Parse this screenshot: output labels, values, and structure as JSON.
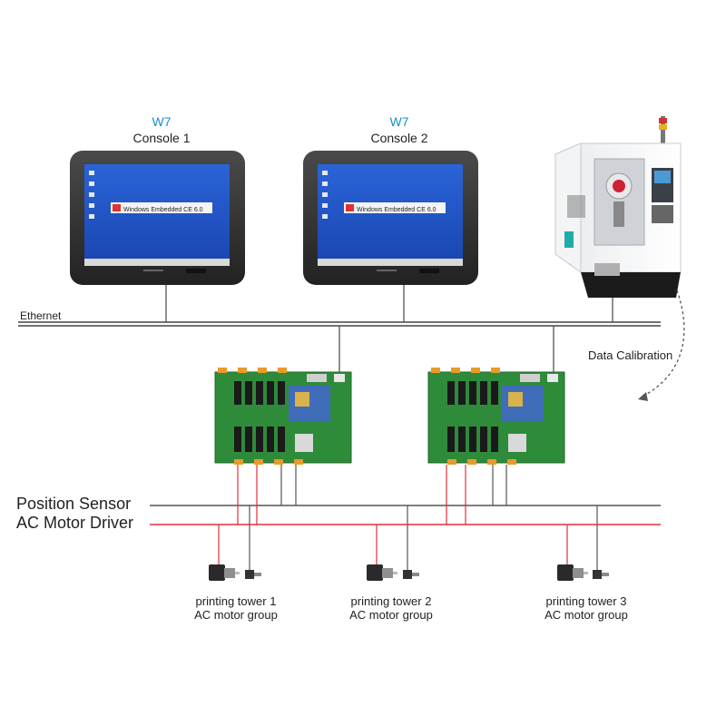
{
  "consoles": [
    {
      "model": "W7",
      "name": "Console 1",
      "screen_text": "Windows Embedded CE 6.0"
    },
    {
      "model": "W7",
      "name": "Console 2",
      "screen_text": "Windows Embedded CE 6.0"
    }
  ],
  "network": {
    "ethernet_label": "Ethernet"
  },
  "calibration": {
    "label": "Data Calibration"
  },
  "buses": {
    "sensor_label": "Position Sensor",
    "driver_label": "AC Motor Driver"
  },
  "towers": [
    {
      "line1": "printing tower 1",
      "line2": "AC motor group"
    },
    {
      "line1": "printing tower 2",
      "line2": "AC motor group"
    },
    {
      "line1": "printing tower 3",
      "line2": "AC motor group"
    }
  ],
  "colors": {
    "bus_line": "#555555",
    "driver_line": "#e0303a",
    "w7_label": "#1a8fc9",
    "screen_blue": "#1e55c8",
    "board_green": "#2e8b3a"
  }
}
